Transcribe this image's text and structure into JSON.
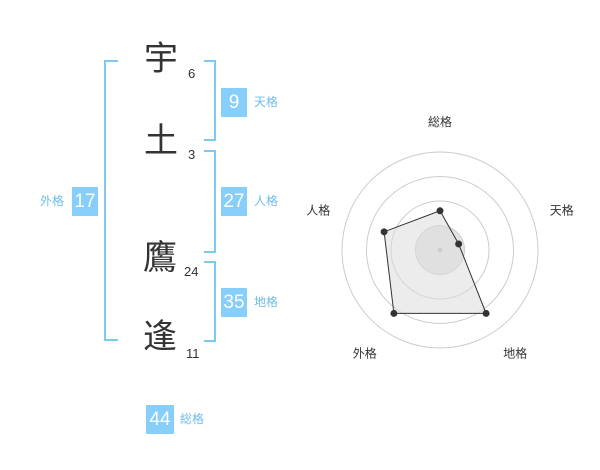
{
  "name": {
    "chars": [
      {
        "kanji": "宇",
        "strokes": "6"
      },
      {
        "kanji": "土",
        "strokes": "3"
      },
      {
        "kanji": "鷹",
        "strokes": "24"
      },
      {
        "kanji": "逢",
        "strokes": "11"
      }
    ]
  },
  "fortune": {
    "tenkaku": {
      "value": "9",
      "label": "天格"
    },
    "jinkaku": {
      "value": "27",
      "label": "人格"
    },
    "chikaku": {
      "value": "35",
      "label": "地格"
    },
    "gaikaku": {
      "value": "17",
      "label": "外格"
    },
    "soukaku": {
      "value": "44",
      "label": "総格"
    }
  },
  "chart_data": {
    "type": "radar",
    "axes": [
      "総格",
      "天格",
      "地格",
      "外格",
      "人格"
    ],
    "values": [
      0.4,
      0.2,
      0.8,
      0.8,
      0.6
    ],
    "rings": 4,
    "range": [
      0,
      1
    ]
  },
  "colors": {
    "accent": "#87cefa",
    "bracket": "#7fc8ee",
    "radar_fill": "#ececec",
    "radar_stroke": "#333333",
    "ring": "#cccccc"
  }
}
